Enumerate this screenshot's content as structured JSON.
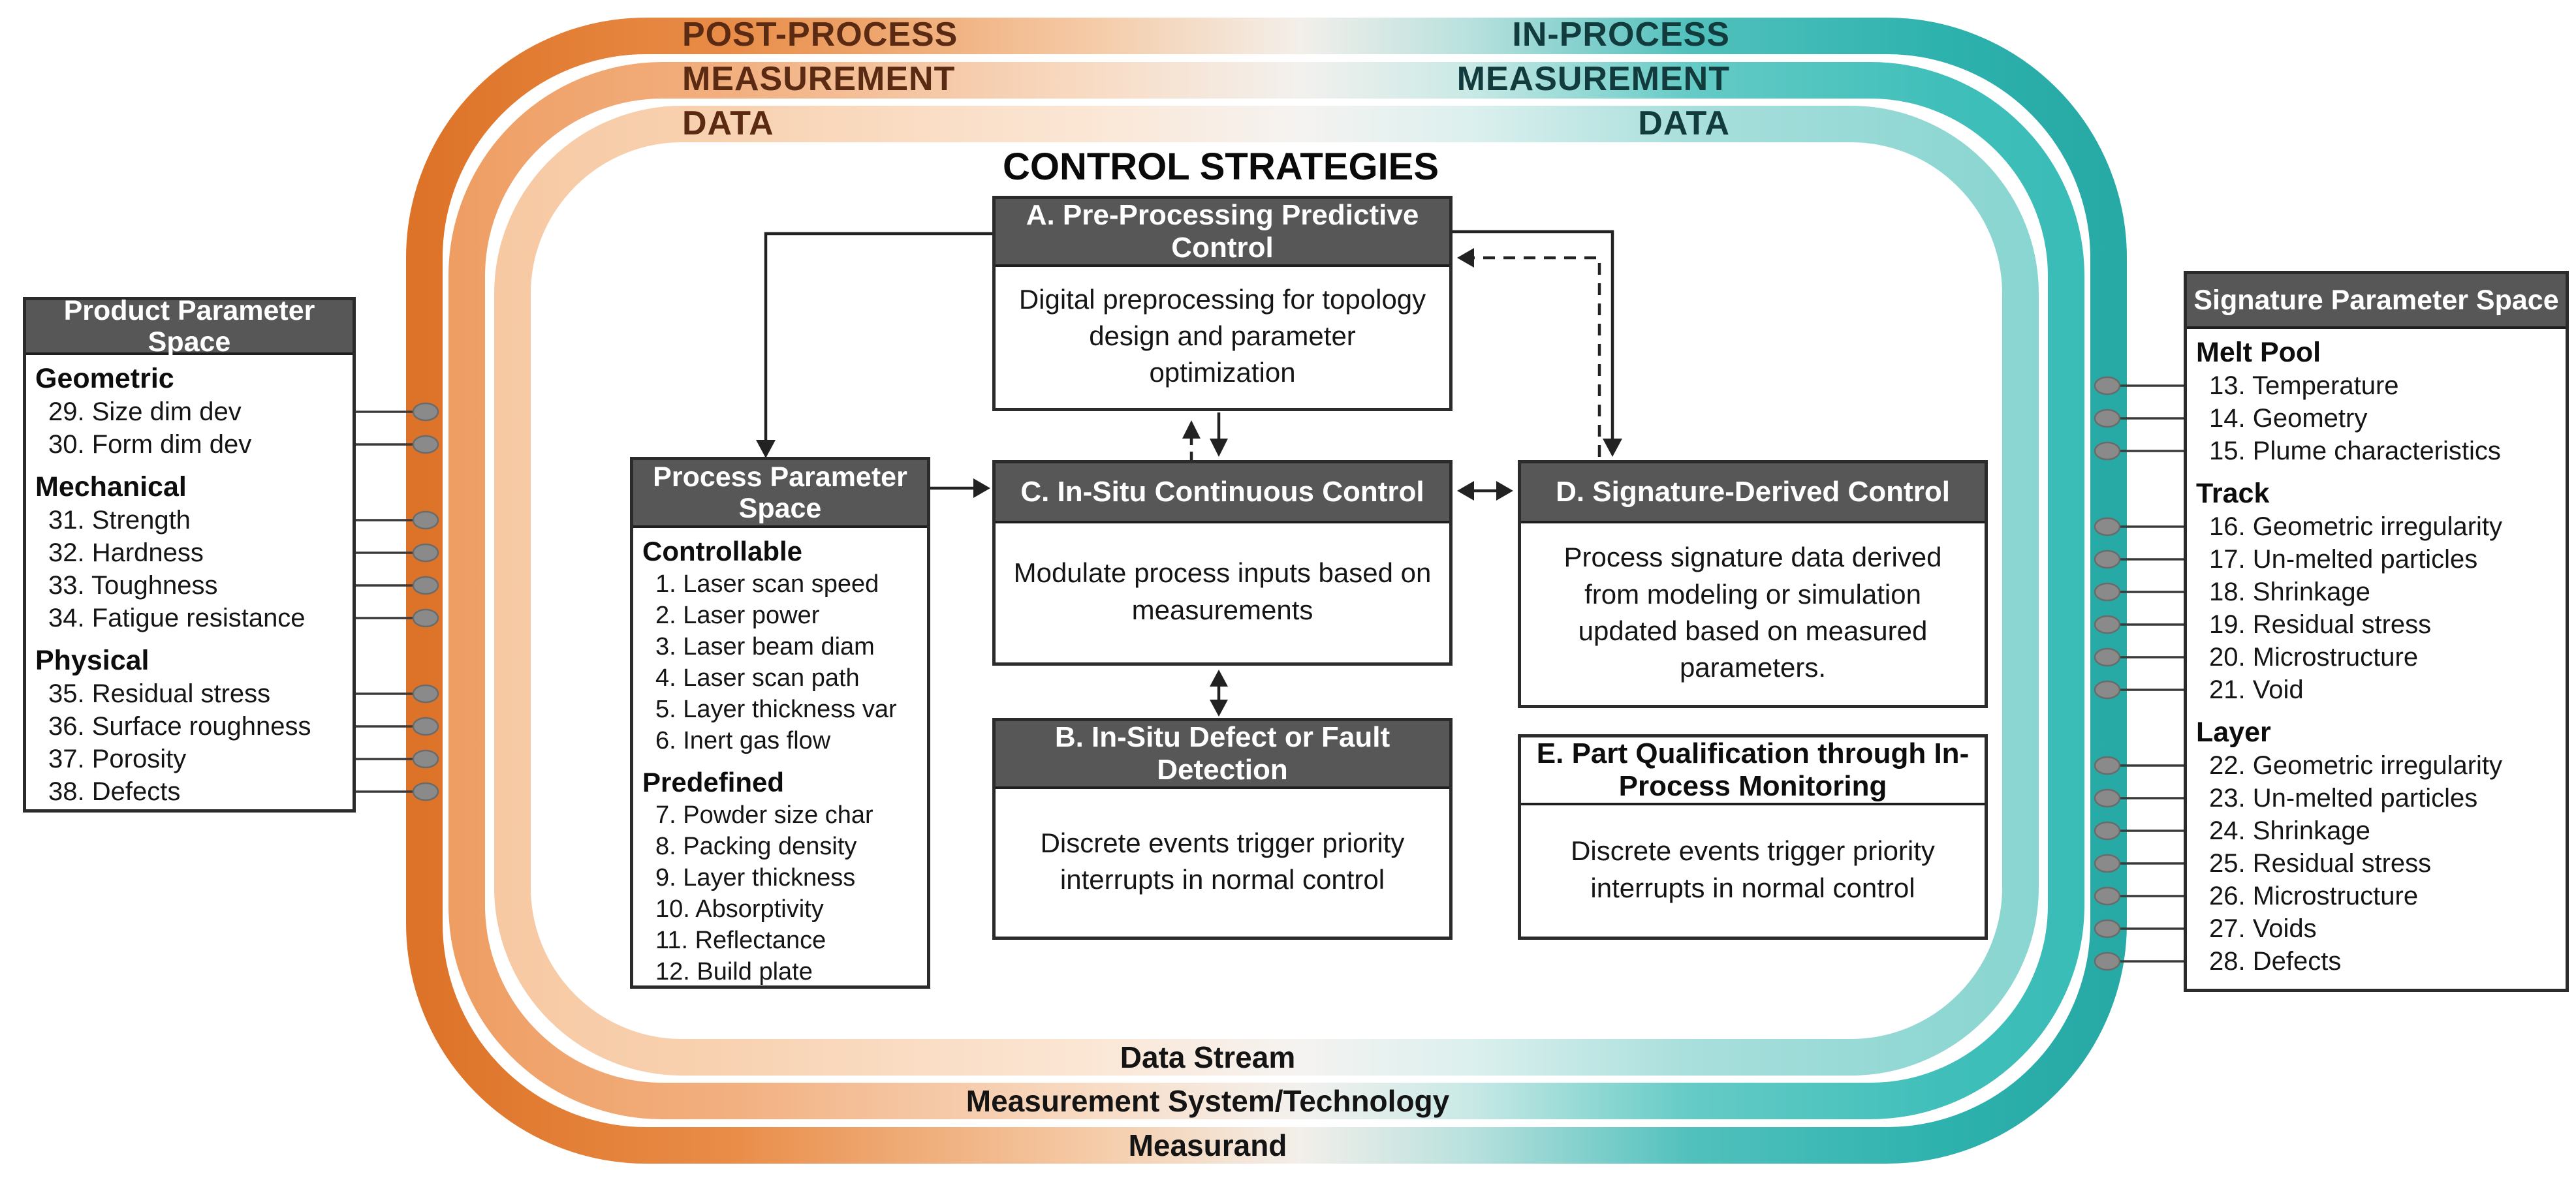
{
  "title": "CONTROL STRATEGIES",
  "bands": {
    "post_process": [
      "POST-PROCESS",
      "MEASUREMENT",
      "DATA"
    ],
    "in_process": [
      "IN-PROCESS",
      "MEASUREMENT",
      "DATA"
    ],
    "bottom": [
      "Data Stream",
      "Measurement System/Technology",
      "Measurand"
    ]
  },
  "colors": {
    "orange": "#DD7328",
    "teal": "#27A9A5",
    "header_gray": "#575757",
    "dot_gray": "#8A8A8A"
  },
  "product_parameter_space": {
    "title": "Product Parameter Space",
    "groups": [
      {
        "name": "Geometric",
        "items": [
          "29. Size dim dev",
          "30. Form dim dev"
        ]
      },
      {
        "name": "Mechanical",
        "items": [
          "31. Strength",
          "32. Hardness",
          "33. Toughness",
          "34. Fatigue resistance"
        ]
      },
      {
        "name": "Physical",
        "items": [
          "35. Residual stress",
          "36. Surface roughness",
          "37. Porosity",
          "38. Defects"
        ]
      }
    ]
  },
  "process_parameter_space": {
    "title": "Process Parameter Space",
    "groups": [
      {
        "name": "Controllable",
        "items": [
          "1. Laser scan speed",
          "2. Laser power",
          "3. Laser beam diam",
          "4. Laser scan path",
          "5. Layer thickness var",
          "6. Inert gas flow"
        ]
      },
      {
        "name": "Predefined",
        "items": [
          "7. Powder size char",
          "8. Packing density",
          "9. Layer thickness",
          "10. Absorptivity",
          "11. Reflectance",
          "12. Build plate"
        ]
      }
    ]
  },
  "signature_parameter_space": {
    "title": "Signature Parameter Space",
    "groups": [
      {
        "name": "Melt Pool",
        "items": [
          "13. Temperature",
          "14. Geometry",
          "15. Plume characteristics"
        ]
      },
      {
        "name": "Track",
        "items": [
          "16. Geometric irregularity",
          "17. Un-melted particles",
          "18. Shrinkage",
          "19. Residual stress",
          "20. Microstructure",
          "21. Void"
        ]
      },
      {
        "name": "Layer",
        "items": [
          "22. Geometric irregularity",
          "23. Un-melted particles",
          "24. Shrinkage",
          "25. Residual stress",
          "26. Microstructure",
          "27. Voids",
          "28. Defects"
        ]
      }
    ]
  },
  "strategies": {
    "a": {
      "title": "A. Pre-Processing Predictive Control",
      "body": "Digital preprocessing for topology design and parameter optimization"
    },
    "c": {
      "title": "C. In-Situ Continuous Control",
      "body": "Modulate process inputs based on measurements"
    },
    "d": {
      "title": "D. Signature-Derived Control",
      "body": "Process signature data derived from modeling or simulation updated based on measured parameters."
    },
    "b": {
      "title": "B. In-Situ Defect or Fault Detection",
      "body": "Discrete events trigger priority interrupts in normal control"
    },
    "e": {
      "title": "E. Part Qualification through In-Process Monitoring",
      "body": "Discrete events trigger priority interrupts in normal control"
    }
  }
}
